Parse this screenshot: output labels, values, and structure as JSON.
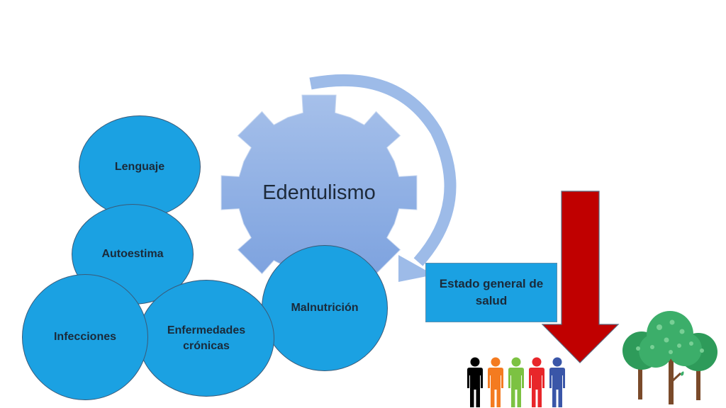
{
  "diagram": {
    "center": {
      "label": "Edentulismo"
    },
    "effects": [
      {
        "label": "Lenguaje"
      },
      {
        "label": "Autoestima"
      },
      {
        "label": "Infecciones"
      },
      {
        "label": "Enfermedades crónicas"
      },
      {
        "label": "Malnutrición"
      }
    ],
    "outcome": {
      "label": "Estado general de salud"
    },
    "colors": {
      "circle": "#1ba1e2",
      "gear": "#8fb0e3",
      "cycle_arrow": "#9dbbe8",
      "down_arrow": "#c00000",
      "people": [
        "#000000",
        "#f47b20",
        "#7cc242",
        "#e8262a",
        "#3a56a8"
      ],
      "tree_canopy": "#3cae6a",
      "tree_trunk": "#7a4a2a"
    },
    "icons": [
      "gear-icon",
      "cycle-arrow-icon",
      "down-arrow-icon",
      "people-icon",
      "trees-icon"
    ]
  }
}
